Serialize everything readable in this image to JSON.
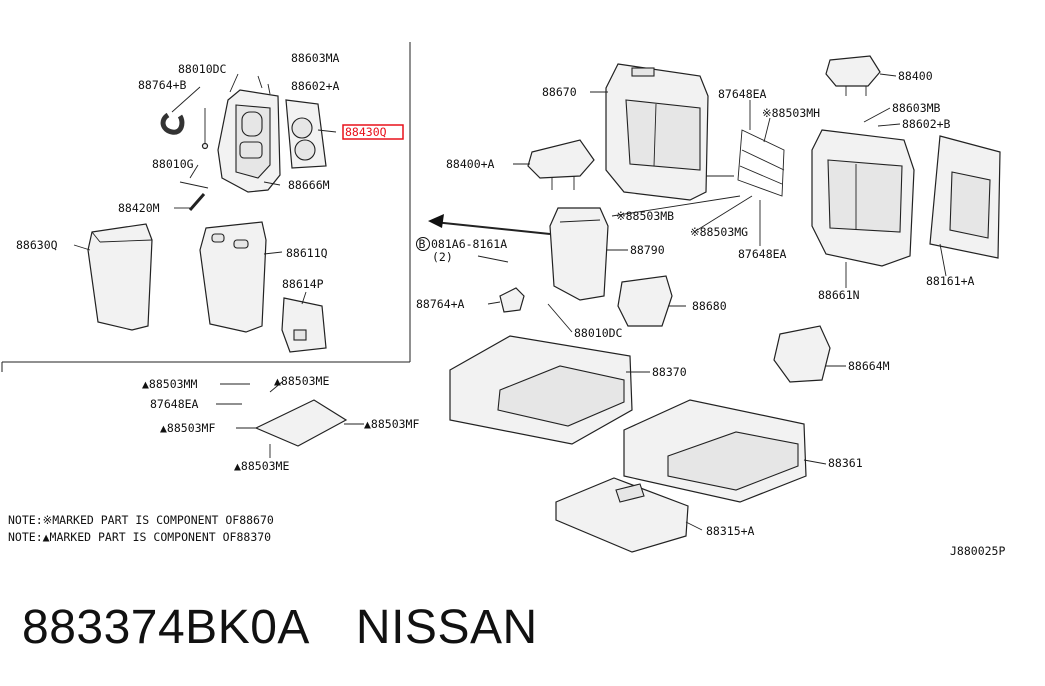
{
  "labels": {
    "l88603ma": "88603MA",
    "l88010dc": "88010DC",
    "l88764b": "88764+B",
    "l88602a": "88602+A",
    "l88430q": "88430Q",
    "l88010g": "88010G",
    "l88666m": "88666M",
    "l88420m": "88420M",
    "l88630q": "88630Q",
    "l88611q": "88611Q",
    "l88614p": "88614P",
    "l88670": "88670",
    "l87648ea_top": "87648EA",
    "l88503mh": "※88503MH",
    "l88400": "88400",
    "l88603mb": "88603MB",
    "l88602b": "88602+B",
    "l88400a": "88400+A",
    "l88503mb": "※88503MB",
    "l88503mg": "※88503MG",
    "l87648ea_mid": "87648EA",
    "l081a6": "081A6-8161A",
    "l081a6_qty": "(2)",
    "l88790": "88790",
    "l88661n": "88661N",
    "l88161a": "88161+A",
    "l88764a": "88764+A",
    "l88680": "88680",
    "l88010dc_b": "88010DC",
    "l88503mm": "▲88503MM",
    "l88503me_top": "▲88503ME",
    "l87648ea_low": "87648EA",
    "l88503mf_left": "▲88503MF",
    "l88503mf_right": "▲88503MF",
    "l88503me_bot": "▲88503ME",
    "l88370": "88370",
    "l88664m": "88664M",
    "l88361": "88361",
    "l88315a": "88315+A"
  },
  "circled_letter": "B",
  "notes": [
    "NOTE:※MARKED PART IS COMPONENT OF88670",
    "NOTE:▲MARKED PART IS COMPONENT OF88370"
  ],
  "diagram_code": "J880025P",
  "footer": {
    "part_number": "883374BK0A",
    "brand": "NISSAN"
  },
  "colors": {
    "highlight": "#e8101a",
    "ink": "#111111"
  }
}
